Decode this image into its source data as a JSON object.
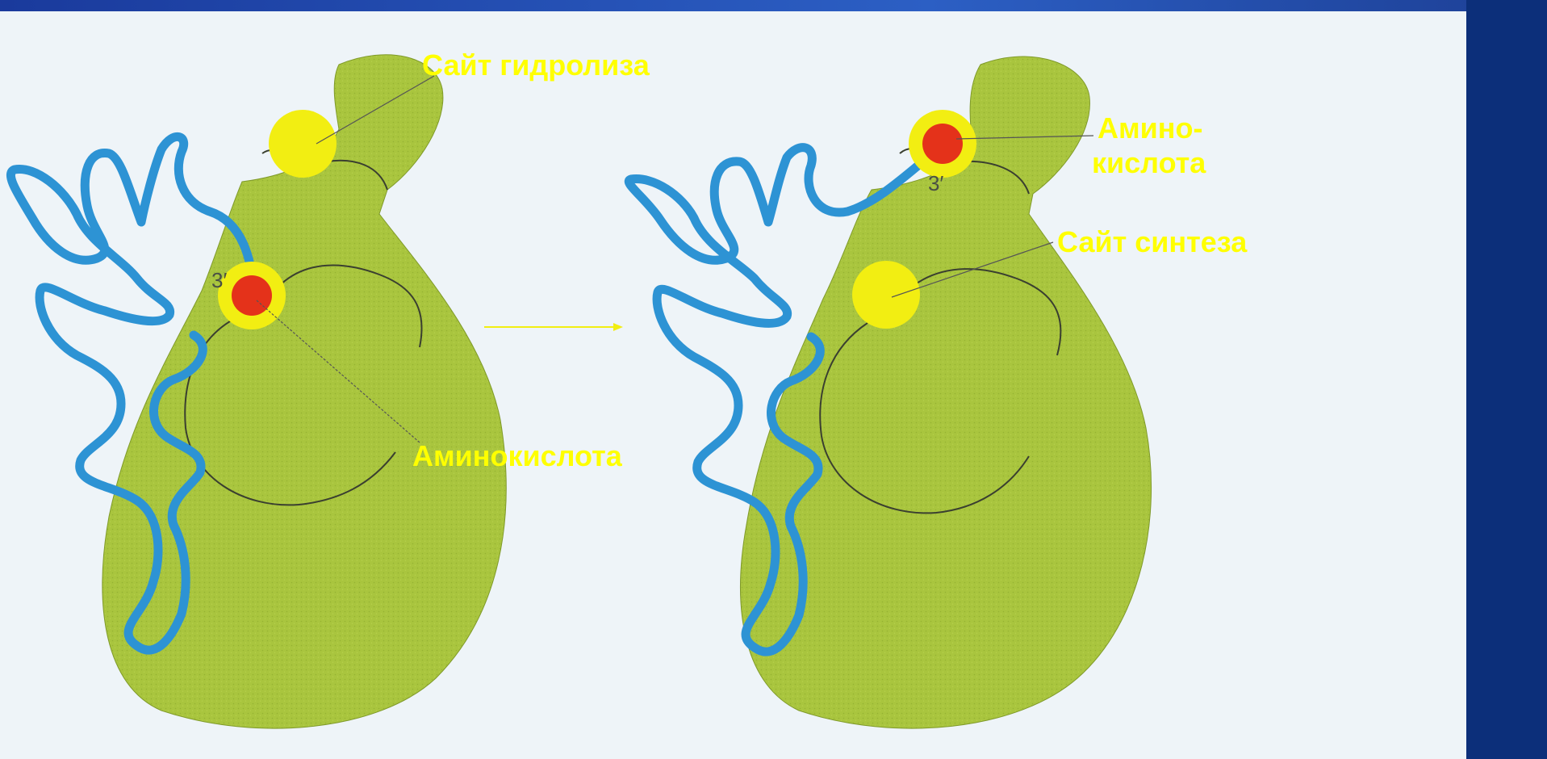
{
  "labels": {
    "hydrolysis_site": "Сайт гидролиза",
    "amino_acid_left": "Аминокислота",
    "amino_acid_right_line1": "Амино-",
    "amino_acid_right_line2": "кислота",
    "synthesis_site": "Сайт синтеза",
    "three_prime_left": "3′",
    "three_prime_right": "3′"
  },
  "colors": {
    "background": "#eef4f8",
    "side_panel": "#0c2f7a",
    "enzyme_body": "#a8c43c",
    "trna_strand": "#2d93d4",
    "site_circle": "#f2ee12",
    "amino_acid": "#e4321a",
    "label_text": "#ffff00"
  }
}
